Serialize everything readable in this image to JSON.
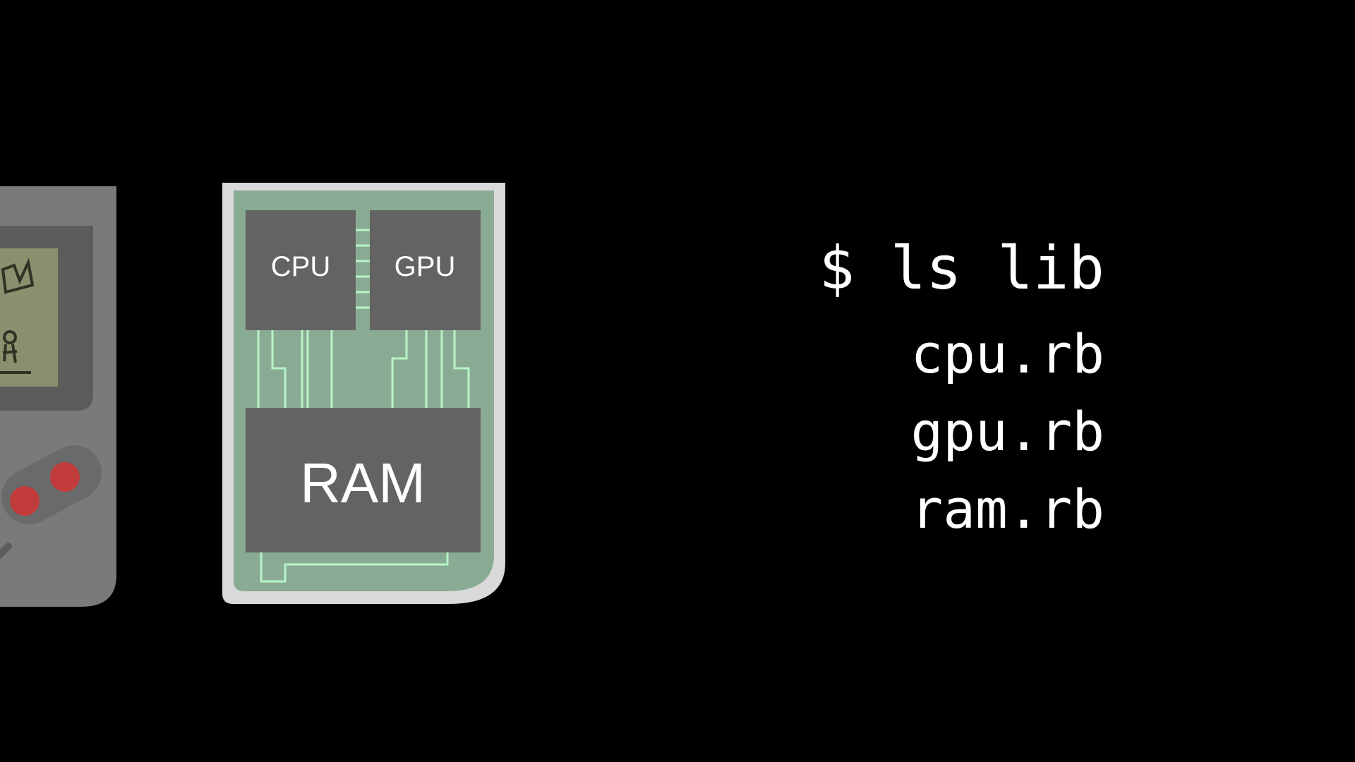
{
  "cartridge": {
    "cpu_label": "CPU",
    "gpu_label": "GPU",
    "ram_label": "RAM"
  },
  "terminal": {
    "command": "$ ls lib",
    "files": [
      "cpu.rb",
      "gpu.rb",
      "ram.rb"
    ]
  },
  "colors": {
    "background": "#000000",
    "console_body": "#7a7a7a",
    "cartridge_shell": "#d9d9d9",
    "board": "#8aab93",
    "chip": "#636363",
    "trace": "#b6f5c6",
    "button": "#c23b3b"
  }
}
